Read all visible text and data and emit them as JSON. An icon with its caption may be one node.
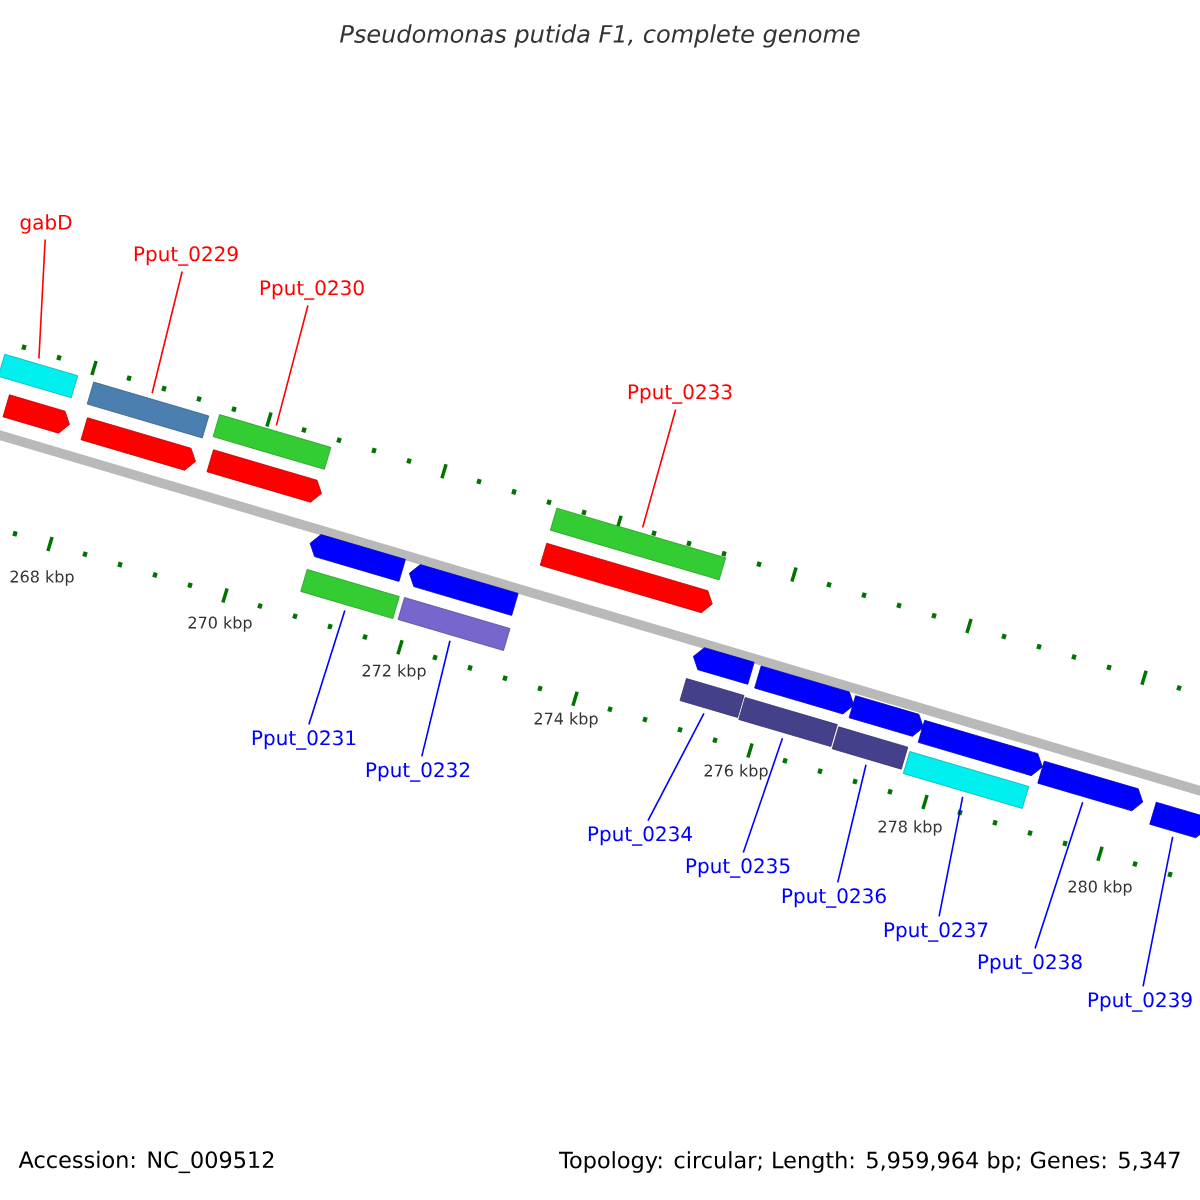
{
  "diagram": {
    "title": "Pseudomonas putida F1, complete genome",
    "nodes": [
      {
        "text": [
          "gabD"
        ]
      },
      {
        "text": [
          "Pput_0229"
        ]
      },
      {
        "text": [
          "Pput_0230"
        ]
      },
      {
        "text": [
          "Pput_0233"
        ]
      },
      {
        "text": [
          "Pput_0231"
        ]
      },
      {
        "text": [
          "Pput_0232"
        ]
      },
      {
        "text": [
          "Pput_0234"
        ]
      },
      {
        "text": [
          "Pput_0235"
        ]
      },
      {
        "text": [
          "Pput_0236"
        ]
      },
      {
        "text": [
          "Pput_0237"
        ]
      },
      {
        "text": [
          "Pput_0238"
        ]
      },
      {
        "text": [
          "Pput_0239"
        ]
      },
      {
        "text": [],
        "shape": "pentagon"
      },
      {
        "text": [],
        "shape": "bar"
      },
      {
        "text": [],
        "shape": "pentagon"
      },
      {
        "text": [],
        "shape": "bar"
      },
      {
        "text": [],
        "shape": "pentagon"
      },
      {
        "text": [],
        "shape": "bar"
      },
      {
        "text": [],
        "shape": "bar"
      },
      {
        "text": [],
        "shape": "pentagon"
      },
      {
        "text": [],
        "shape": "bar"
      },
      {
        "text": [],
        "shape": "pentagon"
      },
      {
        "text": [],
        "shape": "pentagon"
      },
      {
        "text": [],
        "shape": "bar"
      },
      {
        "text": [],
        "shape": "bar"
      },
      {
        "text": [],
        "shape": "pentagon"
      },
      {
        "text": [],
        "shape": "bar"
      },
      {
        "text": [],
        "shape": "pentagon"
      },
      {
        "text": [],
        "shape": "bar"
      },
      {
        "text": [],
        "shape": "pentagon"
      },
      {
        "text": [],
        "shape": "bar"
      },
      {
        "text": [],
        "shape": "pentagon"
      },
      {
        "text": [],
        "shape": "pentagon"
      },
      {
        "text": [],
        "shape": "pentagon"
      }
    ],
    "edges": [
      {
        "from": 0,
        "to": 13,
        "arrow": "none",
        "color": "#ff0000"
      },
      {
        "from": 1,
        "to": 15,
        "arrow": "none",
        "color": "#ff0000"
      },
      {
        "from": 2,
        "to": 17,
        "arrow": "none",
        "color": "#ff0000"
      },
      {
        "from": 3,
        "to": 23,
        "arrow": "none",
        "color": "#ff0000"
      },
      {
        "from": 4,
        "to": 18,
        "arrow": "none"
      },
      {
        "from": 5,
        "to": 20,
        "arrow": "none"
      },
      {
        "from": 6,
        "to": 24,
        "arrow": "none"
      },
      {
        "from": 7,
        "to": 26,
        "arrow": "none"
      },
      {
        "from": 8,
        "to": 28,
        "arrow": "none"
      },
      {
        "from": 9,
        "to": 30,
        "arrow": "none"
      },
      {
        "from": 10,
        "to": 32,
        "arrow": "none"
      },
      {
        "from": 11,
        "to": 33,
        "arrow": "none"
      }
    ],
    "labels": [
      "268 kbp",
      "270 kbp",
      "272 kbp",
      "274 kbp",
      "276 kbp",
      "278 kbp",
      "280 kbp",
      "Accession: NC_009512",
      "Topology: circular; Length: 5,959,964 bp; Genes: 5,347"
    ]
  }
}
